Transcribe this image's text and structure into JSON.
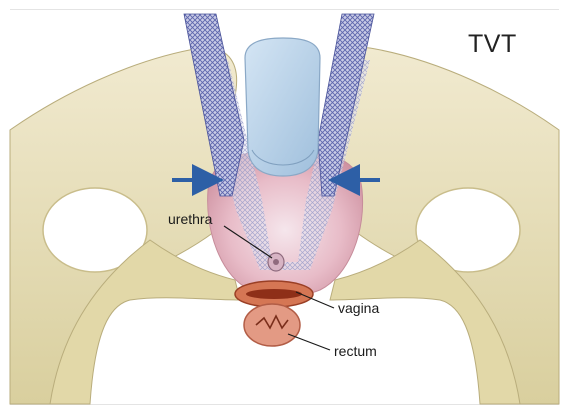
{
  "figure": {
    "title": "TVT",
    "labels": {
      "urethra": "urethra",
      "vagina": "vagina",
      "rectum": "rectum"
    }
  },
  "colors": {
    "bone": "#e7dfb7",
    "bone_shadow": "#c8bc8a",
    "bladder": "#b9d2e8",
    "bladder_edge": "#8fb0cf",
    "tissue": "#e8b4bf",
    "mesh": "#6a72b8",
    "arrow": "#2d5fa6",
    "vagina": "#c9603f",
    "rectum": "#dc8c75"
  }
}
